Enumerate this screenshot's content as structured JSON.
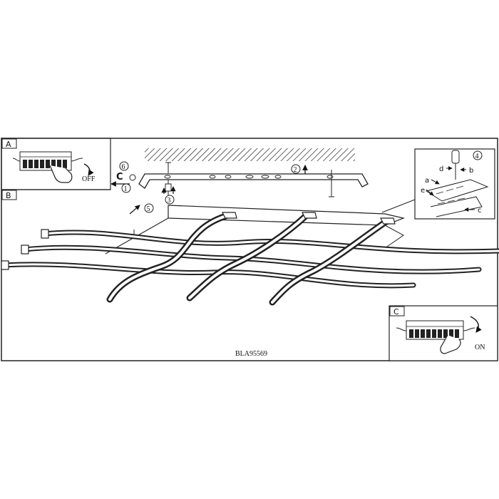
{
  "panels": {
    "a": {
      "letter": "A",
      "switch_label": "OFF"
    },
    "b": {
      "letter": "B"
    },
    "c": {
      "letter": "C",
      "switch_label": "ON"
    }
  },
  "steps": {
    "s1": "1",
    "s2": "2",
    "s3": "3",
    "s4": "4",
    "s5": "5",
    "s6": "6",
    "s1_glyph": "C"
  },
  "detail_labels": {
    "a": "a",
    "b": "b",
    "c": "c",
    "d": "d",
    "e": "e"
  },
  "model_code": "BLA95569",
  "icons": [
    "breaker-switch-icon",
    "hand-icon",
    "screwdriver-icon",
    "ceiling-hatch",
    "arrow-icon"
  ]
}
